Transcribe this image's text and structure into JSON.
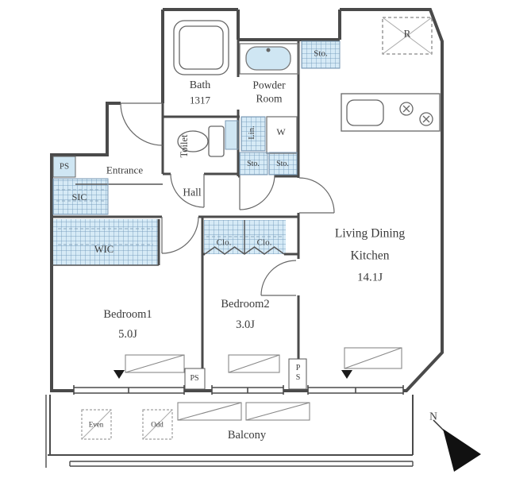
{
  "plan": {
    "rooms": {
      "bath": {
        "name": "Bath",
        "size": "1317"
      },
      "powder": {
        "line1": "Powder",
        "line2": "Room"
      },
      "toilet": {
        "name": "Toilet"
      },
      "linen": {
        "name": "Lin."
      },
      "washer": {
        "name": "W"
      },
      "sto_top": {
        "name": "Sto."
      },
      "sto_left": {
        "name": "Sto."
      },
      "sto_right": {
        "name": "Sto."
      },
      "fridge": {
        "name": "R"
      },
      "ps_left": {
        "name": "PS"
      },
      "ps_mid": {
        "name": "PS"
      },
      "ps_right": {
        "name": "PS"
      },
      "sic": {
        "name": "SIC"
      },
      "entrance": {
        "name": "Entrance"
      },
      "hall": {
        "name": "Hall"
      },
      "wic": {
        "name": "WIC"
      },
      "clo_left": {
        "name": "Clo."
      },
      "clo_right": {
        "name": "Clo."
      },
      "ldk": {
        "line1": "Living Dining",
        "line2": "Kitchen",
        "size": "14.1J"
      },
      "bedroom1": {
        "name": "Bedroom1",
        "size": "5.0J"
      },
      "bedroom2": {
        "name": "Bedroom2",
        "size": "3.0J"
      },
      "balcony": {
        "name": "Balcony"
      },
      "hatch_even": {
        "name": "Even"
      },
      "hatch_odd": {
        "name": "Odd"
      }
    },
    "compass": {
      "north": "N"
    },
    "colors": {
      "wall": "#4a4a4a",
      "fixture": "#666666",
      "fill_blue": "#cfe6f3",
      "text": "#3a3a3a"
    }
  }
}
